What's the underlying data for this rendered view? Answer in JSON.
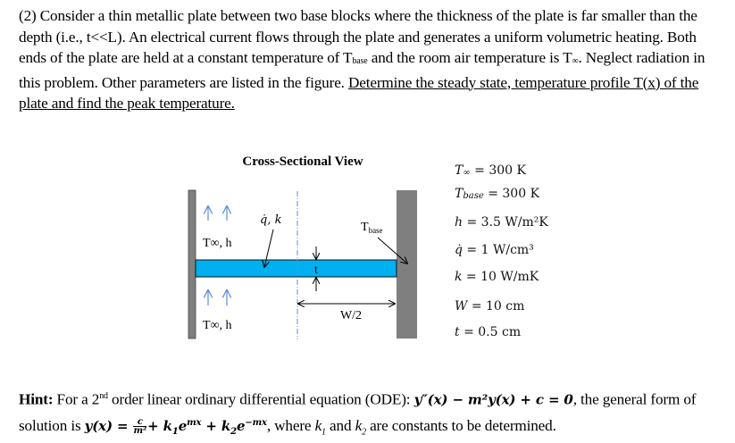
{
  "problem": {
    "number": "(2)",
    "text_1": " Consider a thin metallic plate between two base blocks where the thickness of the plate is far smaller than the depth (i.e., t<<L). An electrical current flows through the plate and generates a uniform volumetric heating. Both ends of the plate are held at a constant temperature of T",
    "sub_base": "base",
    "text_2": " and the room air temperature is T",
    "sub_inf": "∞",
    "text_3": ".  Neglect radiation in this problem. Other parameters are listed in the figure. ",
    "task": "Determine the steady state, temperature profile T(x) of the plate and find the peak temperature."
  },
  "figure": {
    "title": "Cross-Sectional View",
    "label_q_k": "q̇, k",
    "label_t_base": "T",
    "label_t_base_sub": "base",
    "label_t": "t",
    "label_w_half": "W/2",
    "label_ambient_top": "T∞, h",
    "label_ambient_bottom": "T∞, h",
    "colors": {
      "plate": "#00b0f0",
      "block": "#7f7f7f",
      "arrows_air": "#5b8fd6",
      "centerline": "#5b8fd6"
    }
  },
  "parameters": [
    {
      "sym": "T",
      "sub": "∞",
      "val": " = 300 K"
    },
    {
      "sym": "T",
      "sub": "base",
      "val": " = 300 K"
    },
    {
      "sym": "h",
      "sub": "",
      "val": " = 3.5 W/m²K"
    },
    {
      "sym": "q̇",
      "sub": "",
      "val": " = 1 W/cm³"
    },
    {
      "sym": "k",
      "sub": "",
      "val": " = 10 W/mK"
    },
    {
      "sym": "W",
      "sub": "",
      "val": " = 10 cm"
    },
    {
      "sym": "t",
      "sub": "",
      "val": " = 0.5 cm"
    }
  ],
  "hint": {
    "label": "Hint:",
    "text_1": "   For a 2",
    "sup_nd": "nd",
    "text_2": " order linear ordinary differential equation (ODE): ",
    "ode": "y″(x) − m²y(x) + c = 0",
    "text_3": ", the general form of solution is ",
    "sol_lhs": "y(x) = ",
    "frac_num": "c",
    "frac_den": "m²",
    "sol_rhs": " + k₁e^{mx} + k₂e^{−mx}",
    "sol_rhs_parts": [
      "+ k",
      "1",
      "e",
      "mx",
      " + k",
      "2",
      "e",
      "−mx"
    ],
    "text_4": ", where ",
    "k1": "k",
    "k1_sub": "1",
    "text_5": " and ",
    "k2": "k",
    "k2_sub": "2",
    "text_6": " are constants to be determined."
  }
}
